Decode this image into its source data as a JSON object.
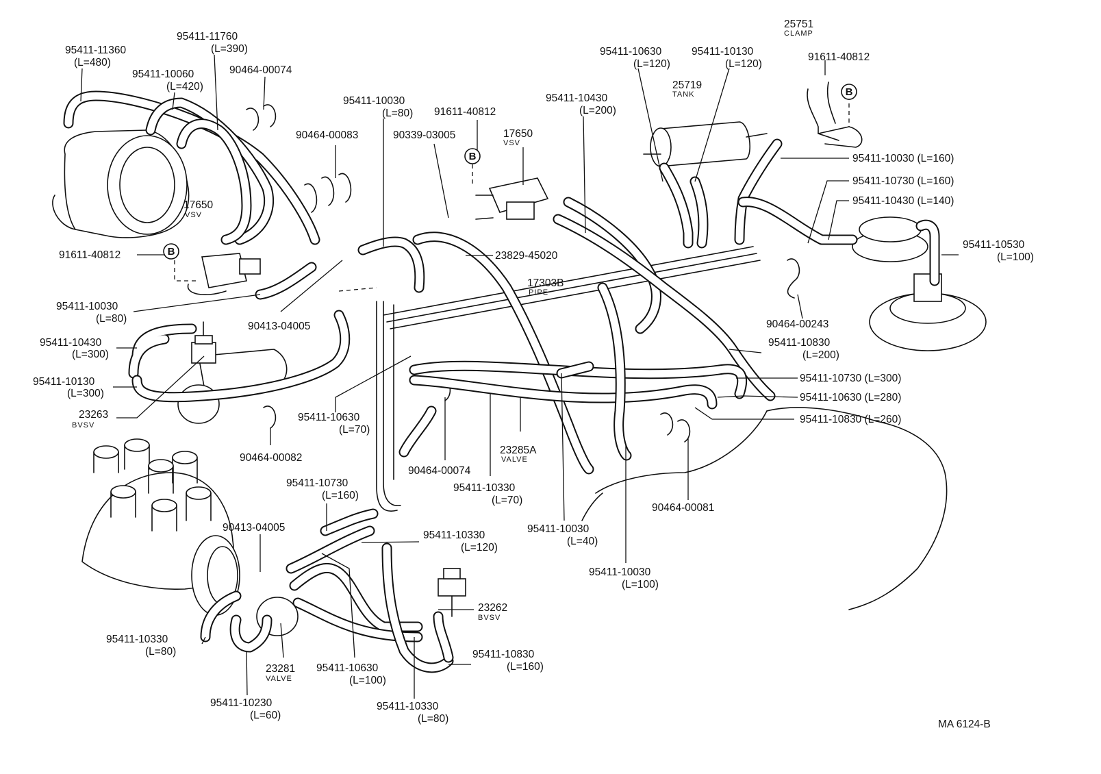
{
  "diagram": {
    "id": "MA 6124-B",
    "labels": {
      "l01": "95411-11360",
      "l01b": "(L=480)",
      "l02": "95411-11760",
      "l02b": "(L=390)",
      "l03": "95411-10060",
      "l03b": "(L=420)",
      "l04": "90464-00074",
      "l05": "95411-10030",
      "l05b": "(L=80)",
      "l06": "91611-40812",
      "l07": "90464-00083",
      "l08": "90339-03005",
      "l09": "17650",
      "l09s": "VSV",
      "l10": "95411-10430",
      "l10b": "(L=200)",
      "l11": "95411-10630",
      "l11b": "(L=120)",
      "l12": "95411-10130",
      "l12b": "(L=120)",
      "l13": "25719",
      "l13s": "TANK",
      "l14": "25751",
      "l14s": "CLAMP",
      "l15": "91611-40812",
      "l16": "95411-10030 (L=160)",
      "l17": "95411-10730 (L=160)",
      "l18": "95411-10430 (L=140)",
      "l19": "95411-10530",
      "l19b": "(L=100)",
      "l20": "17650",
      "l20s": "VSV",
      "l21": "91611-40812",
      "l22": "23829-45020",
      "l23": "95411-10030",
      "l23b": "(L=80)",
      "l24": "17303B",
      "l24s": "PIPE",
      "l25": "90413-04005",
      "l26": "90464-00243",
      "l27": "95411-10430",
      "l27b": "(L=300)",
      "l28": "95411-10830",
      "l28b": "(L=200)",
      "l29": "95411-10130",
      "l29b": "(L=300)",
      "l30": "95411-10730 (L=300)",
      "l31": "95411-10630 (L=280)",
      "l32": "23263",
      "l32s": "BVSV",
      "l33": "95411-10630",
      "l33b": "(L=70)",
      "l34": "95411-10830 (L=260)",
      "l35": "90464-00082",
      "l36": "23285A",
      "l36s": "VALVE",
      "l37": "90464-00074",
      "l38": "95411-10330",
      "l38b": "(L=70)",
      "l39": "95411-10730",
      "l39b": "(L=160)",
      "l40": "90464-00081",
      "l41": "90413-04005",
      "l42": "95411-10330",
      "l42b": "(L=120)",
      "l43": "95411-10030",
      "l43b": "(L=40)",
      "l44": "95411-10030",
      "l44b": "(L=100)",
      "l45": "23262",
      "l45s": "BVSV",
      "l46": "95411-10330",
      "l46b": "(L=80)",
      "l47": "23281",
      "l47s": "VALVE",
      "l48": "95411-10630",
      "l48b": "(L=100)",
      "l49": "95411-10830",
      "l49b": "(L=160)",
      "l50": "95411-10230",
      "l50b": "(L=60)",
      "l51": "95411-10330",
      "l51b": "(L=80)",
      "b1": "B",
      "b2": "B",
      "b3": "B"
    }
  }
}
